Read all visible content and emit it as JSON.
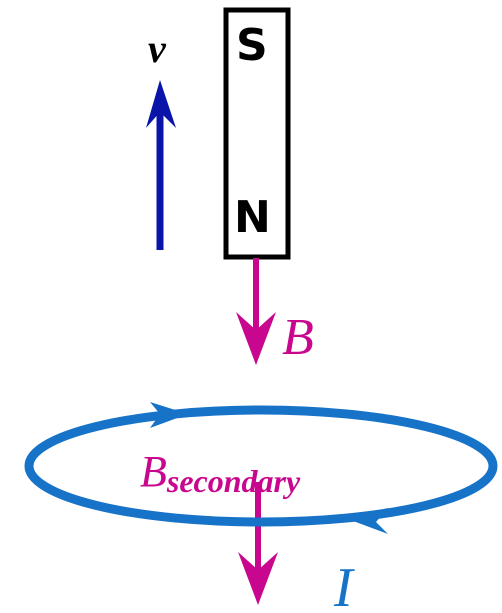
{
  "magnet": {
    "top_pole": "S",
    "bottom_pole": "N"
  },
  "labels": {
    "velocity": "v",
    "field": "B",
    "secondary_field_base": "B",
    "secondary_field_sub": "secondary",
    "current": "I"
  },
  "colors": {
    "velocity_arrow": "#0a14a8",
    "field_arrow": "#c8078e",
    "loop": "#1673c8",
    "magnet_outline": "#000000",
    "background": "#ffffff"
  }
}
